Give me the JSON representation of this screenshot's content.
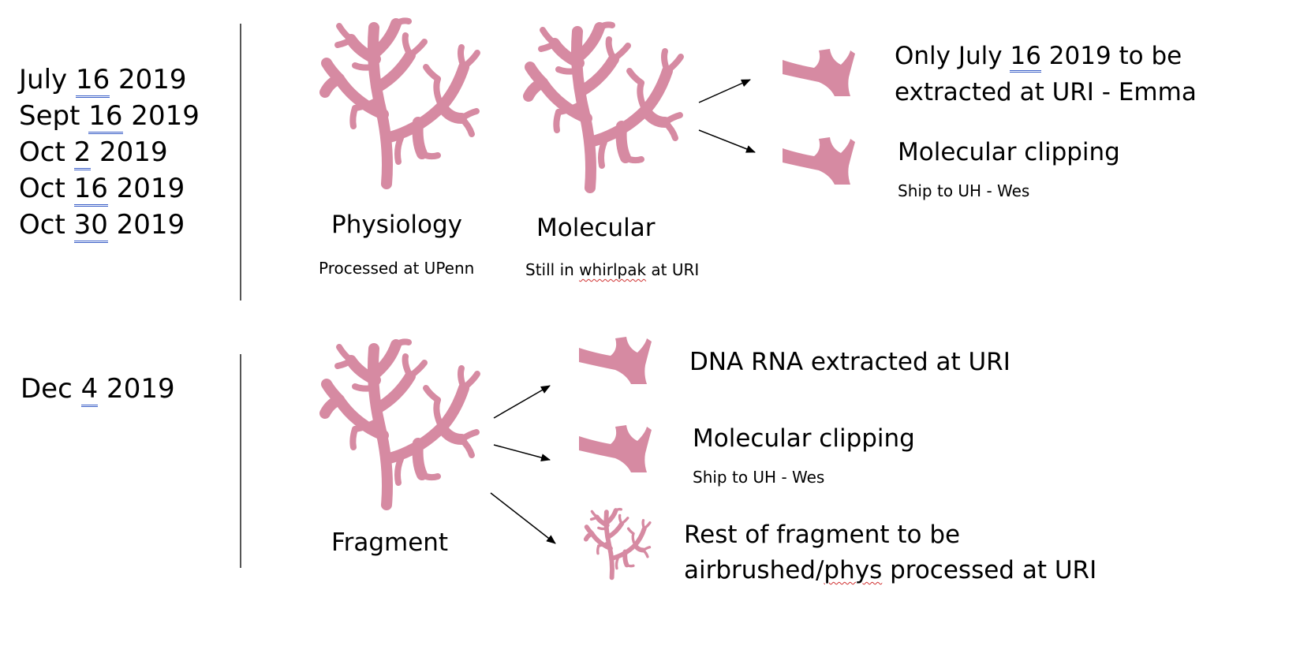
{
  "colors": {
    "coral": "#d68aa2",
    "arrow": "#000000",
    "divider": "#555555",
    "spellcheck": "#d03030",
    "date_underline": "#3b5fc7"
  },
  "icons": {
    "coral_large": "coral-branch-icon",
    "coral_clip": "coral-clipping-icon"
  },
  "group1": {
    "dates": [
      {
        "pre": "July ",
        "num": "16",
        "post": " 2019"
      },
      {
        "pre": "Sept ",
        "num": "16",
        "post": " 2019"
      },
      {
        "pre": "Oct ",
        "num": "2",
        "post": " 2019"
      },
      {
        "pre": "Oct ",
        "num": "16",
        "post": " 2019"
      },
      {
        "pre": "Oct ",
        "num": "30",
        "post": " 2019"
      }
    ],
    "physiology": {
      "label": "Physiology",
      "note": "Processed at UPenn"
    },
    "molecular": {
      "label": "Molecular",
      "note_pre": "Still in ",
      "note_word": "whirlpak",
      "note_post": " at URI"
    },
    "out1": {
      "line1_pre": "Only July ",
      "line1_num": "16",
      "line1_post": " 2019 to be",
      "line2": "extracted at URI - Emma"
    },
    "out2": {
      "label": "Molecular clipping",
      "note": "Ship to UH - Wes"
    }
  },
  "group2": {
    "date": {
      "pre": "Dec ",
      "num": "4",
      "post": " 2019"
    },
    "fragment": {
      "label": "Fragment"
    },
    "out1": {
      "label": "DNA RNA extracted at URI"
    },
    "out2": {
      "label": "Molecular clipping",
      "note": "Ship to UH - Wes"
    },
    "out3": {
      "line1": "Rest of fragment to be",
      "line2_pre": "airbrushed/",
      "line2_word": "phys",
      "line2_post": " processed at URI"
    }
  }
}
